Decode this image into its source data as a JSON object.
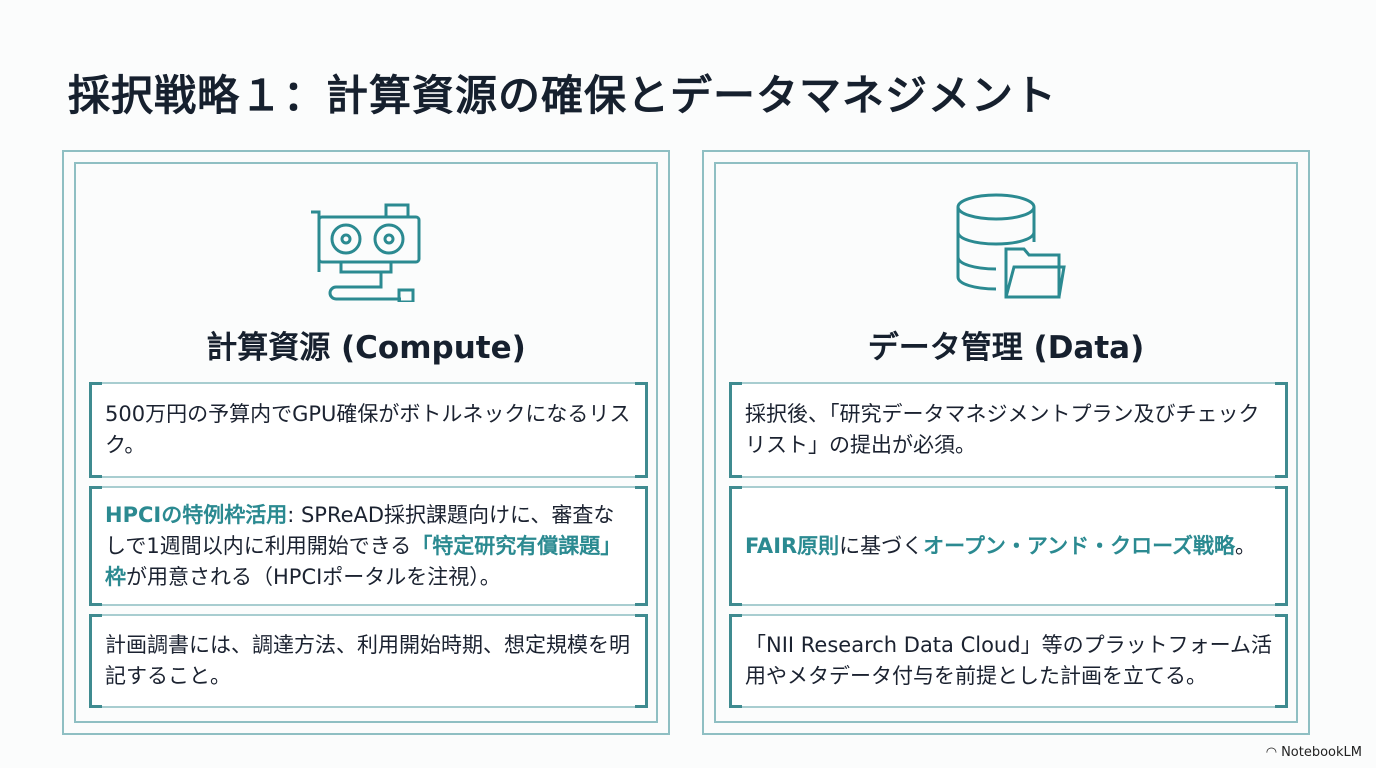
{
  "title": "採択戦略１：計算資源の確保とデータマネジメント",
  "panels": [
    {
      "icon": "gpu-card-icon",
      "heading": "計算資源 (Compute)",
      "boxes": [
        [
          {
            "t": "500万円の予算内でGPU確保がボトルネックになるリスク。",
            "h": false
          }
        ],
        [
          {
            "t": "HPCIの特例枠活用",
            "h": true
          },
          {
            "t": ": SPReAD採択課題向けに、審査なしで1週間以内に利用開始できる",
            "h": false
          },
          {
            "t": "「特定研究有償課題」枠",
            "h": true
          },
          {
            "t": "が用意される（HPCIポータルを注視）。",
            "h": false
          }
        ],
        [
          {
            "t": "計画調書には、調達方法、利用開始時期、想定規模を明記すること。",
            "h": false
          }
        ]
      ]
    },
    {
      "icon": "database-folder-icon",
      "heading": "データ管理 (Data)",
      "boxes": [
        [
          {
            "t": "採択後、「研究データマネジメントプラン及びチェックリスト」の提出が必須。",
            "h": false
          }
        ],
        [
          {
            "t": "FAIR原則",
            "h": true
          },
          {
            "t": "に基づく",
            "h": false
          },
          {
            "t": "オープン・アンド・クローズ戦略",
            "h": true
          },
          {
            "t": "。",
            "h": false
          }
        ],
        [
          {
            "t": "「NII Research Data Cloud」等のプラットフォーム活用やメタデータ付与を前提とした計画を立てる。",
            "h": false
          }
        ]
      ]
    }
  ],
  "brand": "NotebookLM",
  "colors": {
    "accent": "#2b8a91",
    "text": "#16202e",
    "frame": "#8fbfc3"
  }
}
